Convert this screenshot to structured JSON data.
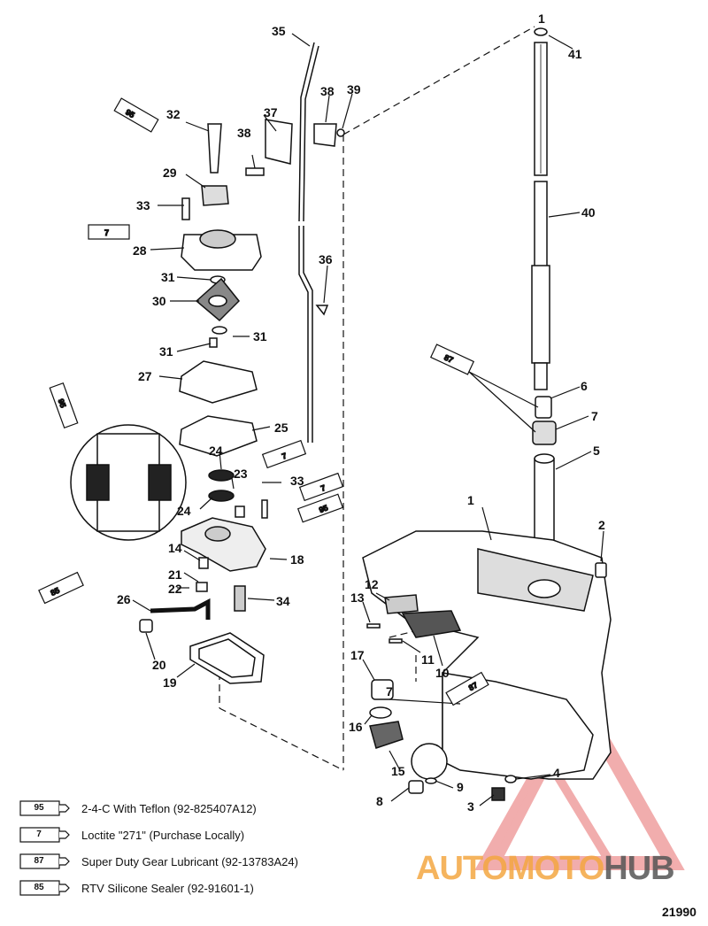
{
  "callouts": [
    "1",
    "2",
    "3",
    "4",
    "5",
    "6",
    "7",
    "8",
    "9",
    "10",
    "11",
    "12",
    "13",
    "14",
    "15",
    "16",
    "17",
    "18",
    "19",
    "20",
    "21",
    "22",
    "23",
    "24",
    "25",
    "26",
    "27",
    "28",
    "29",
    "30",
    "31",
    "32",
    "33",
    "34",
    "35",
    "36",
    "37",
    "38",
    "39",
    "40",
    "41"
  ],
  "extra_callouts": {
    "31b": "31",
    "31c": "31",
    "33b": "33",
    "38b": "38",
    "24b": "24",
    "7b": "7",
    "1b": "1"
  },
  "tubes": [
    "95",
    "7",
    "87",
    "95",
    "7",
    "7",
    "95",
    "85",
    "87"
  ],
  "legend": [
    {
      "num": "95",
      "text": "2-4-C  With Teflon (92-825407A12)"
    },
    {
      "num": "7",
      "text": "Loctite \"271\" (Purchase Locally)"
    },
    {
      "num": "87",
      "text": "Super Duty Gear Lubricant (92-13783A24)"
    },
    {
      "num": "85",
      "text": "RTV Silicone Sealer (92-91601-1)"
    }
  ],
  "watermark": {
    "part1": "AUTOMOTO",
    "part2": "HUB"
  },
  "reference_number": "21990"
}
